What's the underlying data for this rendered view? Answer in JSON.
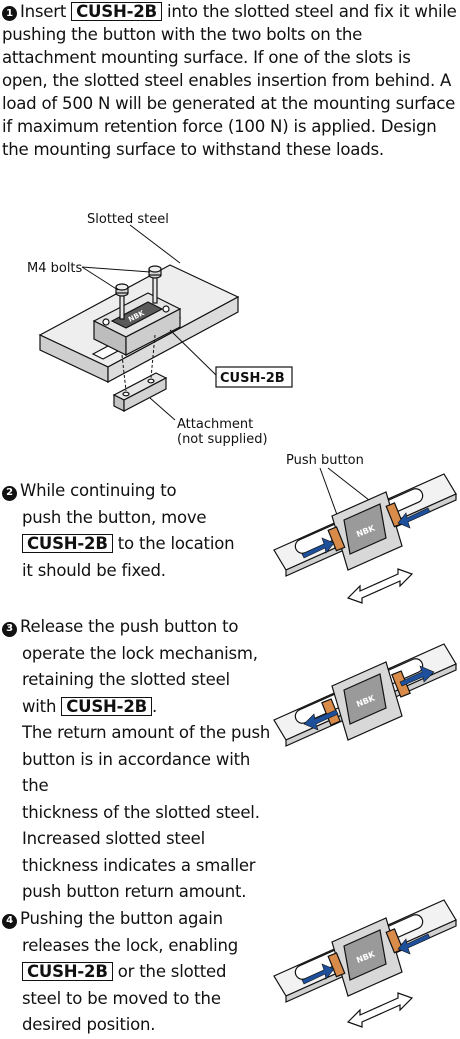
{
  "step1": {
    "number": "1",
    "t1": "Insert",
    "product": "CUSH-2B",
    "t2": "into the slotted steel and fix it while pushing the button with the two bolts on the attachment mounting surface. If one of the slots is open, the slotted steel enables insertion from behind. A load of 500 N will be generated at the mounting surface if maximum retention force (100 N) is applied. Design the mounting surface to withstand these loads."
  },
  "figure1": {
    "slotted_steel": "Slotted steel",
    "m4_bolts": "M4 bolts",
    "product": "CUSH-2B",
    "attachment": "Attachment",
    "not_supplied": "(not supplied)",
    "brand": "NBK"
  },
  "step2": {
    "number": "2",
    "l1": "While continuing to",
    "l2": "push the button, move",
    "product": "CUSH-2B",
    "l3": "to the location",
    "l4": "it should be fixed.",
    "push_button": "Push button"
  },
  "step3": {
    "number": "3",
    "l1": "Release the push button to",
    "l2": "operate the lock mechanism,",
    "l3": "retaining the slotted steel",
    "l4a": "with",
    "product": "CUSH-2B",
    "l4b": ".",
    "l5": "The return amount of the push",
    "l6": "button is in accordance with the",
    "l7": "thickness of the slotted steel.",
    "l8": "Increased slotted steel",
    "l9": "thickness indicates a smaller",
    "l10": "push button return amount."
  },
  "step4": {
    "number": "4",
    "l1": "Pushing the button again",
    "l2": "releases the lock, enabling",
    "product": "CUSH-2B",
    "l3": "or the slotted",
    "l4": "steel to be moved to the",
    "l5": "desired position."
  },
  "colors": {
    "arrow": "#1e4f9b",
    "button": "#d98b4a"
  }
}
